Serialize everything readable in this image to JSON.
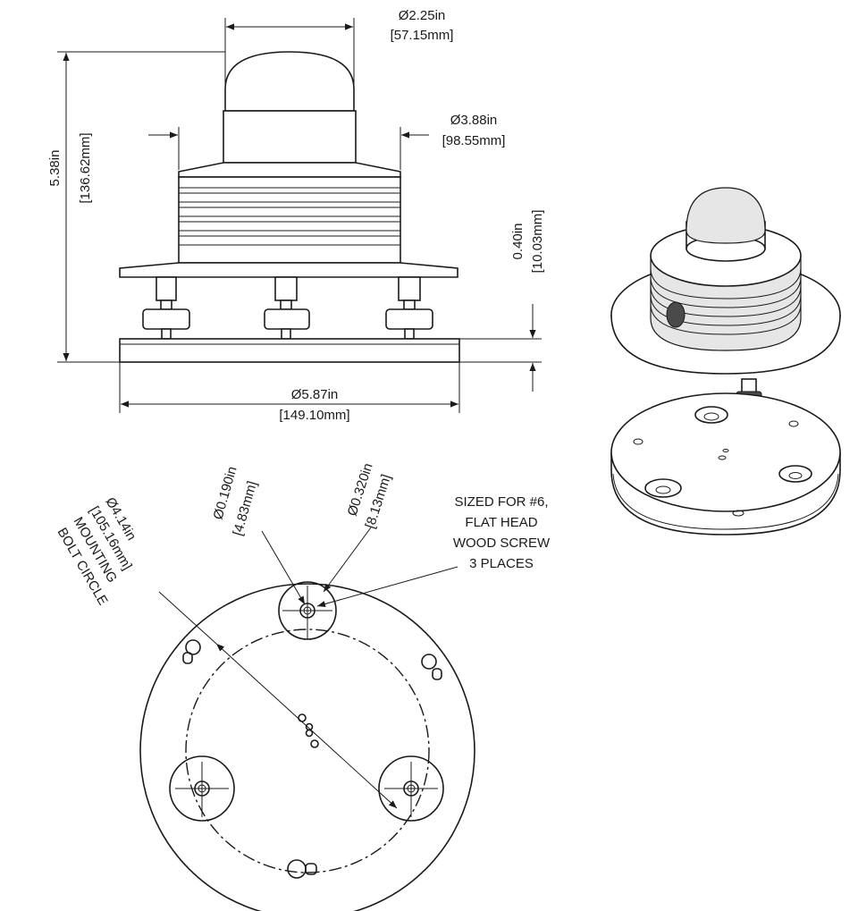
{
  "dimensions": {
    "dome_diameter": {
      "imperial": "Ø2.25in",
      "metric": "[57.15mm]"
    },
    "body_diameter": {
      "imperial": "Ø3.88in",
      "metric": "[98.55mm]"
    },
    "overall_height": {
      "imperial": "5.38in",
      "metric": "[136.62mm]"
    },
    "plate_thickness": {
      "imperial": "0.40in",
      "metric": "[10.03mm]"
    },
    "base_diameter": {
      "imperial": "Ø5.87in",
      "metric": "[149.10mm]"
    },
    "small_hole": {
      "imperial": "Ø0.190in",
      "metric": "[4.83mm]"
    },
    "counterbore": {
      "imperial": "Ø0.320in",
      "metric": "[8.13mm]"
    },
    "bolt_circle": {
      "imperial": "Ø4.14in",
      "metric": "[105.16mm]",
      "line1": "MOUNTING",
      "line2": "BOLT CIRCLE"
    }
  },
  "screw_note": {
    "line1": "SIZED FOR #6,",
    "line2": "FLAT HEAD",
    "line3": "WOOD SCREW",
    "line4": "3 PLACES"
  }
}
